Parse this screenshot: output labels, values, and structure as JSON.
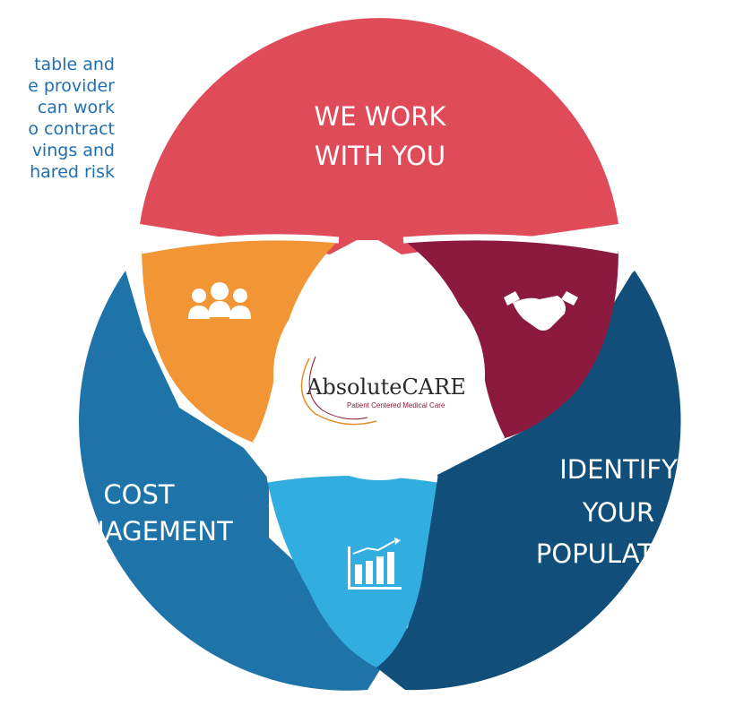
{
  "side_text": {
    "lines": [
      "table and",
      "e provider",
      "can work",
      "o contract",
      "vings and",
      "hared risk"
    ]
  },
  "segments": {
    "top": {
      "lines": [
        "WE WORK",
        "WITH YOU"
      ],
      "color": "#e04b5a"
    },
    "left": {
      "lines": [
        "COST",
        "MANAGEMENT"
      ],
      "color": "#1e74a8"
    },
    "right": {
      "lines": [
        "IDENTIFY",
        "YOUR",
        "POPULATION"
      ],
      "color": "#114f7a"
    }
  },
  "overlaps": {
    "top_left": {
      "icon": "people-group-icon",
      "color": "#f29535"
    },
    "top_right": {
      "icon": "handshake-icon",
      "color": "#8c1a3e"
    },
    "bottom": {
      "icon": "bar-chart-growth-icon",
      "color": "#32ade0"
    }
  },
  "logo": {
    "name": "AbsoluteCARE",
    "tagline": "Patient Centered Medical Care"
  }
}
